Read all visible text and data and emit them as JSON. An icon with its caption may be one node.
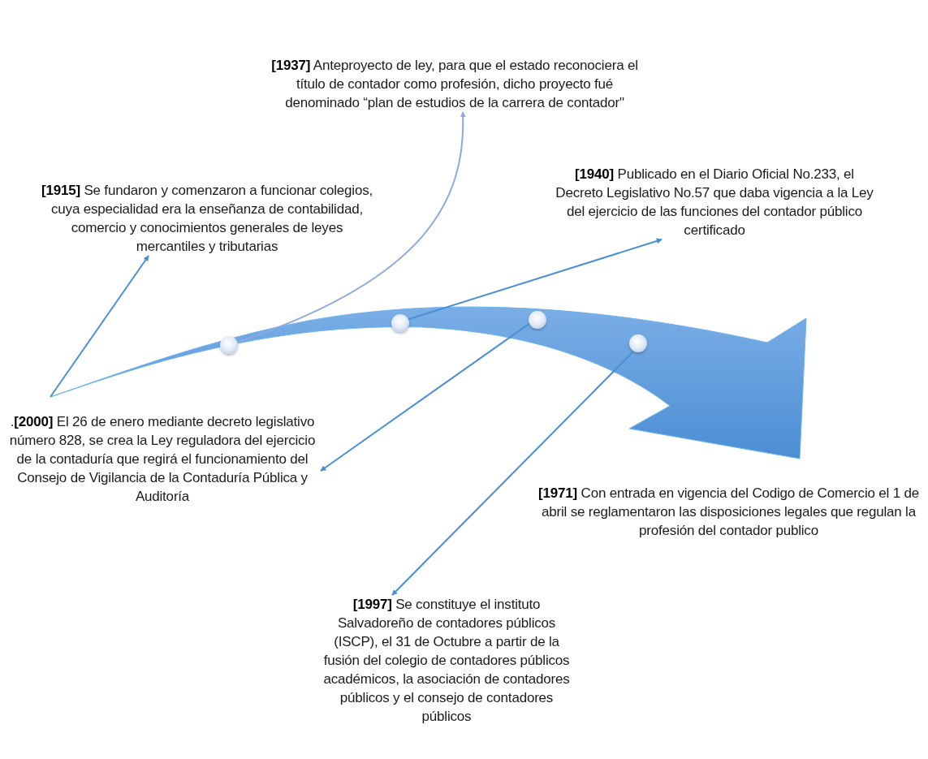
{
  "diagram": {
    "nodes": [
      {
        "text": [
          "**[1937]** Anteproyecto de ley, para que el estado reconociera el título de contador como profesión, dicho proyecto fué denominado “plan de estudios de la carrera de contador\""
        ]
      },
      {
        "text": [
          "**[1915]** Se fundaron y comenzaron a funcionar colegios, cuya especialidad era la enseñanza de contabilidad, comercio y conocimientos generales de leyes mercantiles y tributarias"
        ]
      },
      {
        "text": [
          "**[1940]** Publicado en el Diario Oficial No.233, el Decreto Legislativo No.57 que daba vigencia a la Ley del ejercicio de las funciones del contador público certificado"
        ]
      },
      {
        "text": [],
        "shape": "circle",
        "in": 10
      },
      {
        "text": [],
        "shape": "circle",
        "in": 10
      },
      {
        "text": [],
        "shape": "circle",
        "in": 10
      },
      {
        "text": [],
        "shape": "circle",
        "in": 10
      },
      {
        "text": [
          ".**[2000]** El 26 de enero mediante decreto legislativo número 828, se crea la Ley reguladora del ejercicio de la contaduría  que regirá el funcionamiento del Consejo de Vigilancia de la Contaduría Pública y Auditoría"
        ]
      },
      {
        "text": [
          "**[1971]** Con entrada en vigencia del Codigo de Comercio el 1 de abril se reglamentaron las disposiciones legales que regulan la profesión del contador publico"
        ]
      },
      {
        "text": [
          "**[1997]** Se constituye el instituto Salvadoreño de contadores públicos (ISCP), el 31 de Octubre a partir de la fusión del colegio de contadores públicos académicos, la asociación de contadores públicos y el consejo de contadores públicos"
        ]
      },
      {
        "text": [],
        "shape": "arrow"
      }
    ],
    "edges": [
      {
        "from": 10,
        "to": 1,
        "arrow": "to"
      },
      {
        "from": 3,
        "to": 0,
        "arrow": "to",
        "color": "#8ea9dd"
      },
      {
        "from": 4,
        "to": 2,
        "arrow": "to"
      },
      {
        "from": 5,
        "to": 7,
        "arrow": "to"
      },
      {
        "from": 6,
        "to": 9,
        "arrow": "to"
      }
    ]
  }
}
